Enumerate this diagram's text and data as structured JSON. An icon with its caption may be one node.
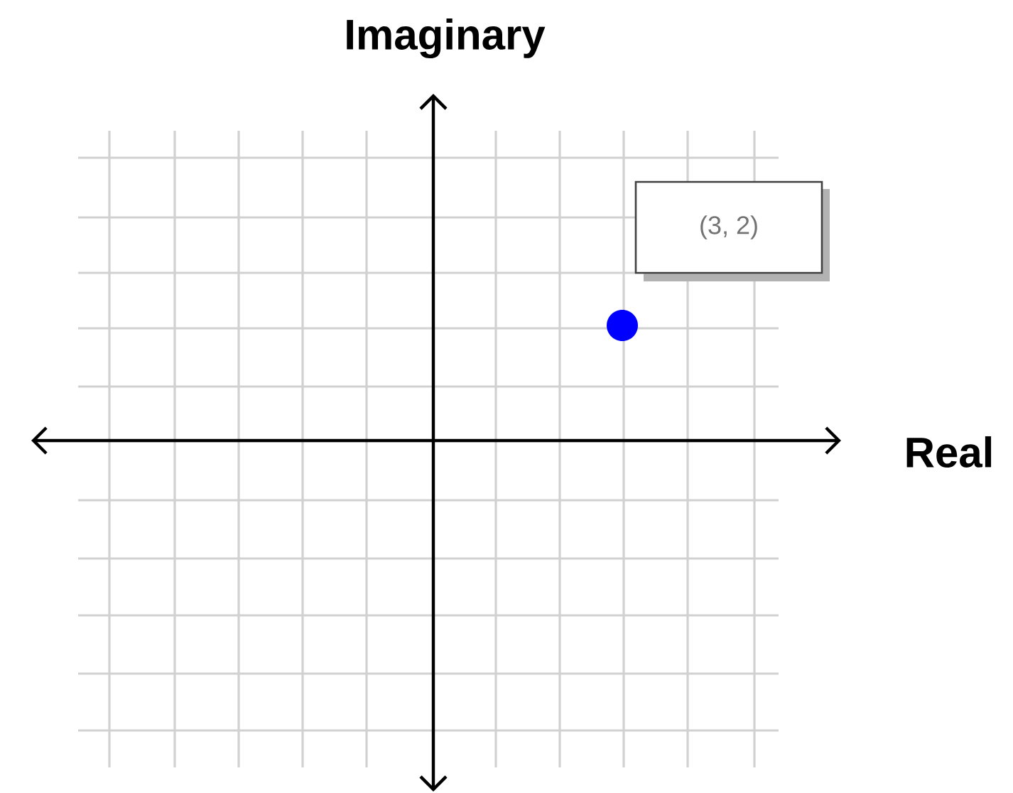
{
  "diagram": {
    "nodes": [
      {
        "text": [
          "(3, 2)"
        ]
      },
      {
        "text": [],
        "shape": "circle"
      }
    ],
    "labels": [
      "Imaginary",
      "Real"
    ]
  }
}
